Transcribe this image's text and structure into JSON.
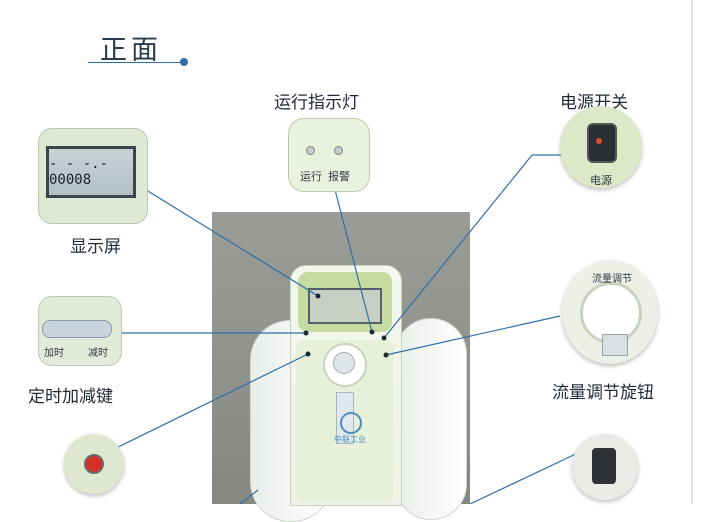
{
  "title": "正面",
  "labels": {
    "indicator": "运行指示灯",
    "power": "电源开关",
    "display": "显示屏",
    "timer": "定时加减键",
    "flow": "流量调节旋钮"
  },
  "display_readout": "- - -.- 00008",
  "indicator_panel": {
    "run": "运行",
    "alarm": "报警"
  },
  "power_panel": {
    "power": "电源"
  },
  "timer_panel": {
    "plus": "加时",
    "minus": "减时"
  },
  "flow_panel": {
    "label": "流量调节"
  },
  "device": {
    "brand": "中联工业"
  },
  "colors": {
    "accent": "#2f6fa8",
    "panel_green": "#c6dba2",
    "alarm_red": "#d4302a"
  }
}
